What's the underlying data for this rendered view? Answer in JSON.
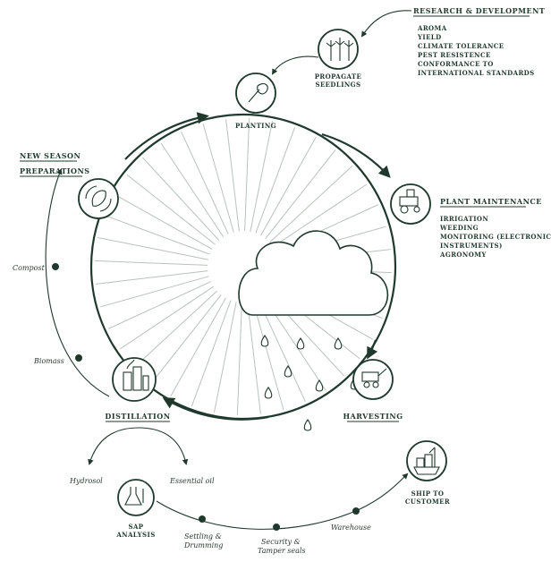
{
  "nodes": {
    "research": {
      "title": "RESEARCH & DEVELOPMENT",
      "items": [
        "AROMA",
        "YIELD",
        "CLIMATE TOLERANCE",
        "PEST RESISTENCE",
        "CONFORMANCE TO",
        "INTERNATIONAL STANDARDS"
      ]
    },
    "propagate": {
      "line1": "PROPAGATE",
      "line2": "SEEDLINGS"
    },
    "planting": {
      "label": "PLANTING"
    },
    "plant_maintenance": {
      "title": "PLANT MAINTENANCE",
      "items": [
        "IRRIGATION",
        "WEEDING",
        "MONITORING (ELECTRONIC",
        "INSTRUMENTS)",
        "AGRONOMY"
      ]
    },
    "new_season": {
      "line1": "NEW SEASON",
      "line2": "PREPARATIONS"
    },
    "harvesting": {
      "label": "HARVESTING"
    },
    "distillation": {
      "label": "DISTILLATION"
    },
    "compost": {
      "label": "Compost"
    },
    "biomass": {
      "label": "Biomass"
    },
    "hydrosol": {
      "label": "Hydrosol"
    },
    "essential_oil": {
      "label": "Essential oil"
    },
    "sap_analysis": {
      "line1": "SAP",
      "line2": "ANALYSIS"
    },
    "settling": {
      "line1": "Settling &",
      "line2": "Drumming"
    },
    "security": {
      "line1": "Security &",
      "line2": "Tamper seals"
    },
    "warehouse": {
      "label": "Warehouse"
    },
    "ship": {
      "line1": "SHIP TO",
      "line2": "CUSTOMER"
    }
  },
  "colors": {
    "ink": "#1f3a2c",
    "ray": "#b9c2bb"
  }
}
